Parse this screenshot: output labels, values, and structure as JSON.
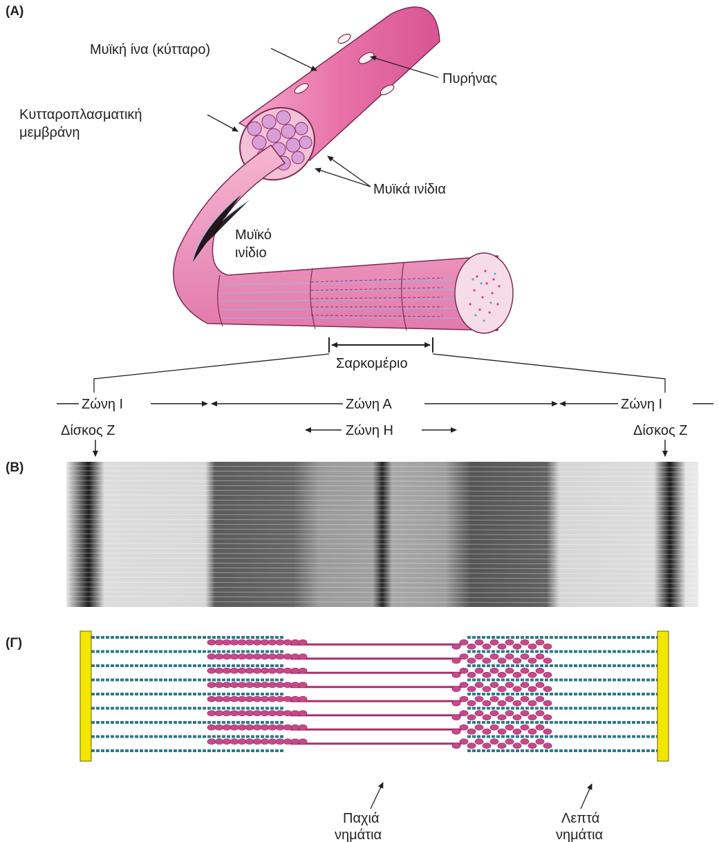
{
  "panels": {
    "a": "(A)",
    "b": "(B)",
    "c": "(Γ)"
  },
  "fiber": {
    "muscle_fiber_label": "Μυϊκή ίνα (κύτταρο)",
    "nucleus_label": "Πυρήνας",
    "membrane_label_line1": "Κυτταροπλασματική",
    "membrane_label_line2": "μεμβράνη",
    "myofibrils_label": "Μυϊκά ινίδια",
    "myofibril_label_line1": "Μυϊκό",
    "myofibril_label_line2": "ινίδιο",
    "sarcomere_label": "Σαρκομέριο"
  },
  "bands": {
    "i_band_left": "Ζώνη I",
    "a_band": "Ζώνη Α",
    "i_band_right": "Ζώνη I",
    "h_zone": "Ζώνη Η",
    "z_disc_left": "Δίσκος Ζ",
    "z_disc_right": "Δίσκος Ζ"
  },
  "filaments": {
    "thick_line1": "Παχιά",
    "thick_line2": "νημάτια",
    "thin_line1": "Λεπτά",
    "thin_line2": "νημάτια"
  },
  "colors": {
    "fiber_pink": "#e36aa2",
    "fiber_light": "#f7bdd6",
    "thick_filament": "#a8306b",
    "thin_filament": "#2a7a8c",
    "z_disc": "#f2e600",
    "micrograph_dark": "#3a3a3a"
  }
}
